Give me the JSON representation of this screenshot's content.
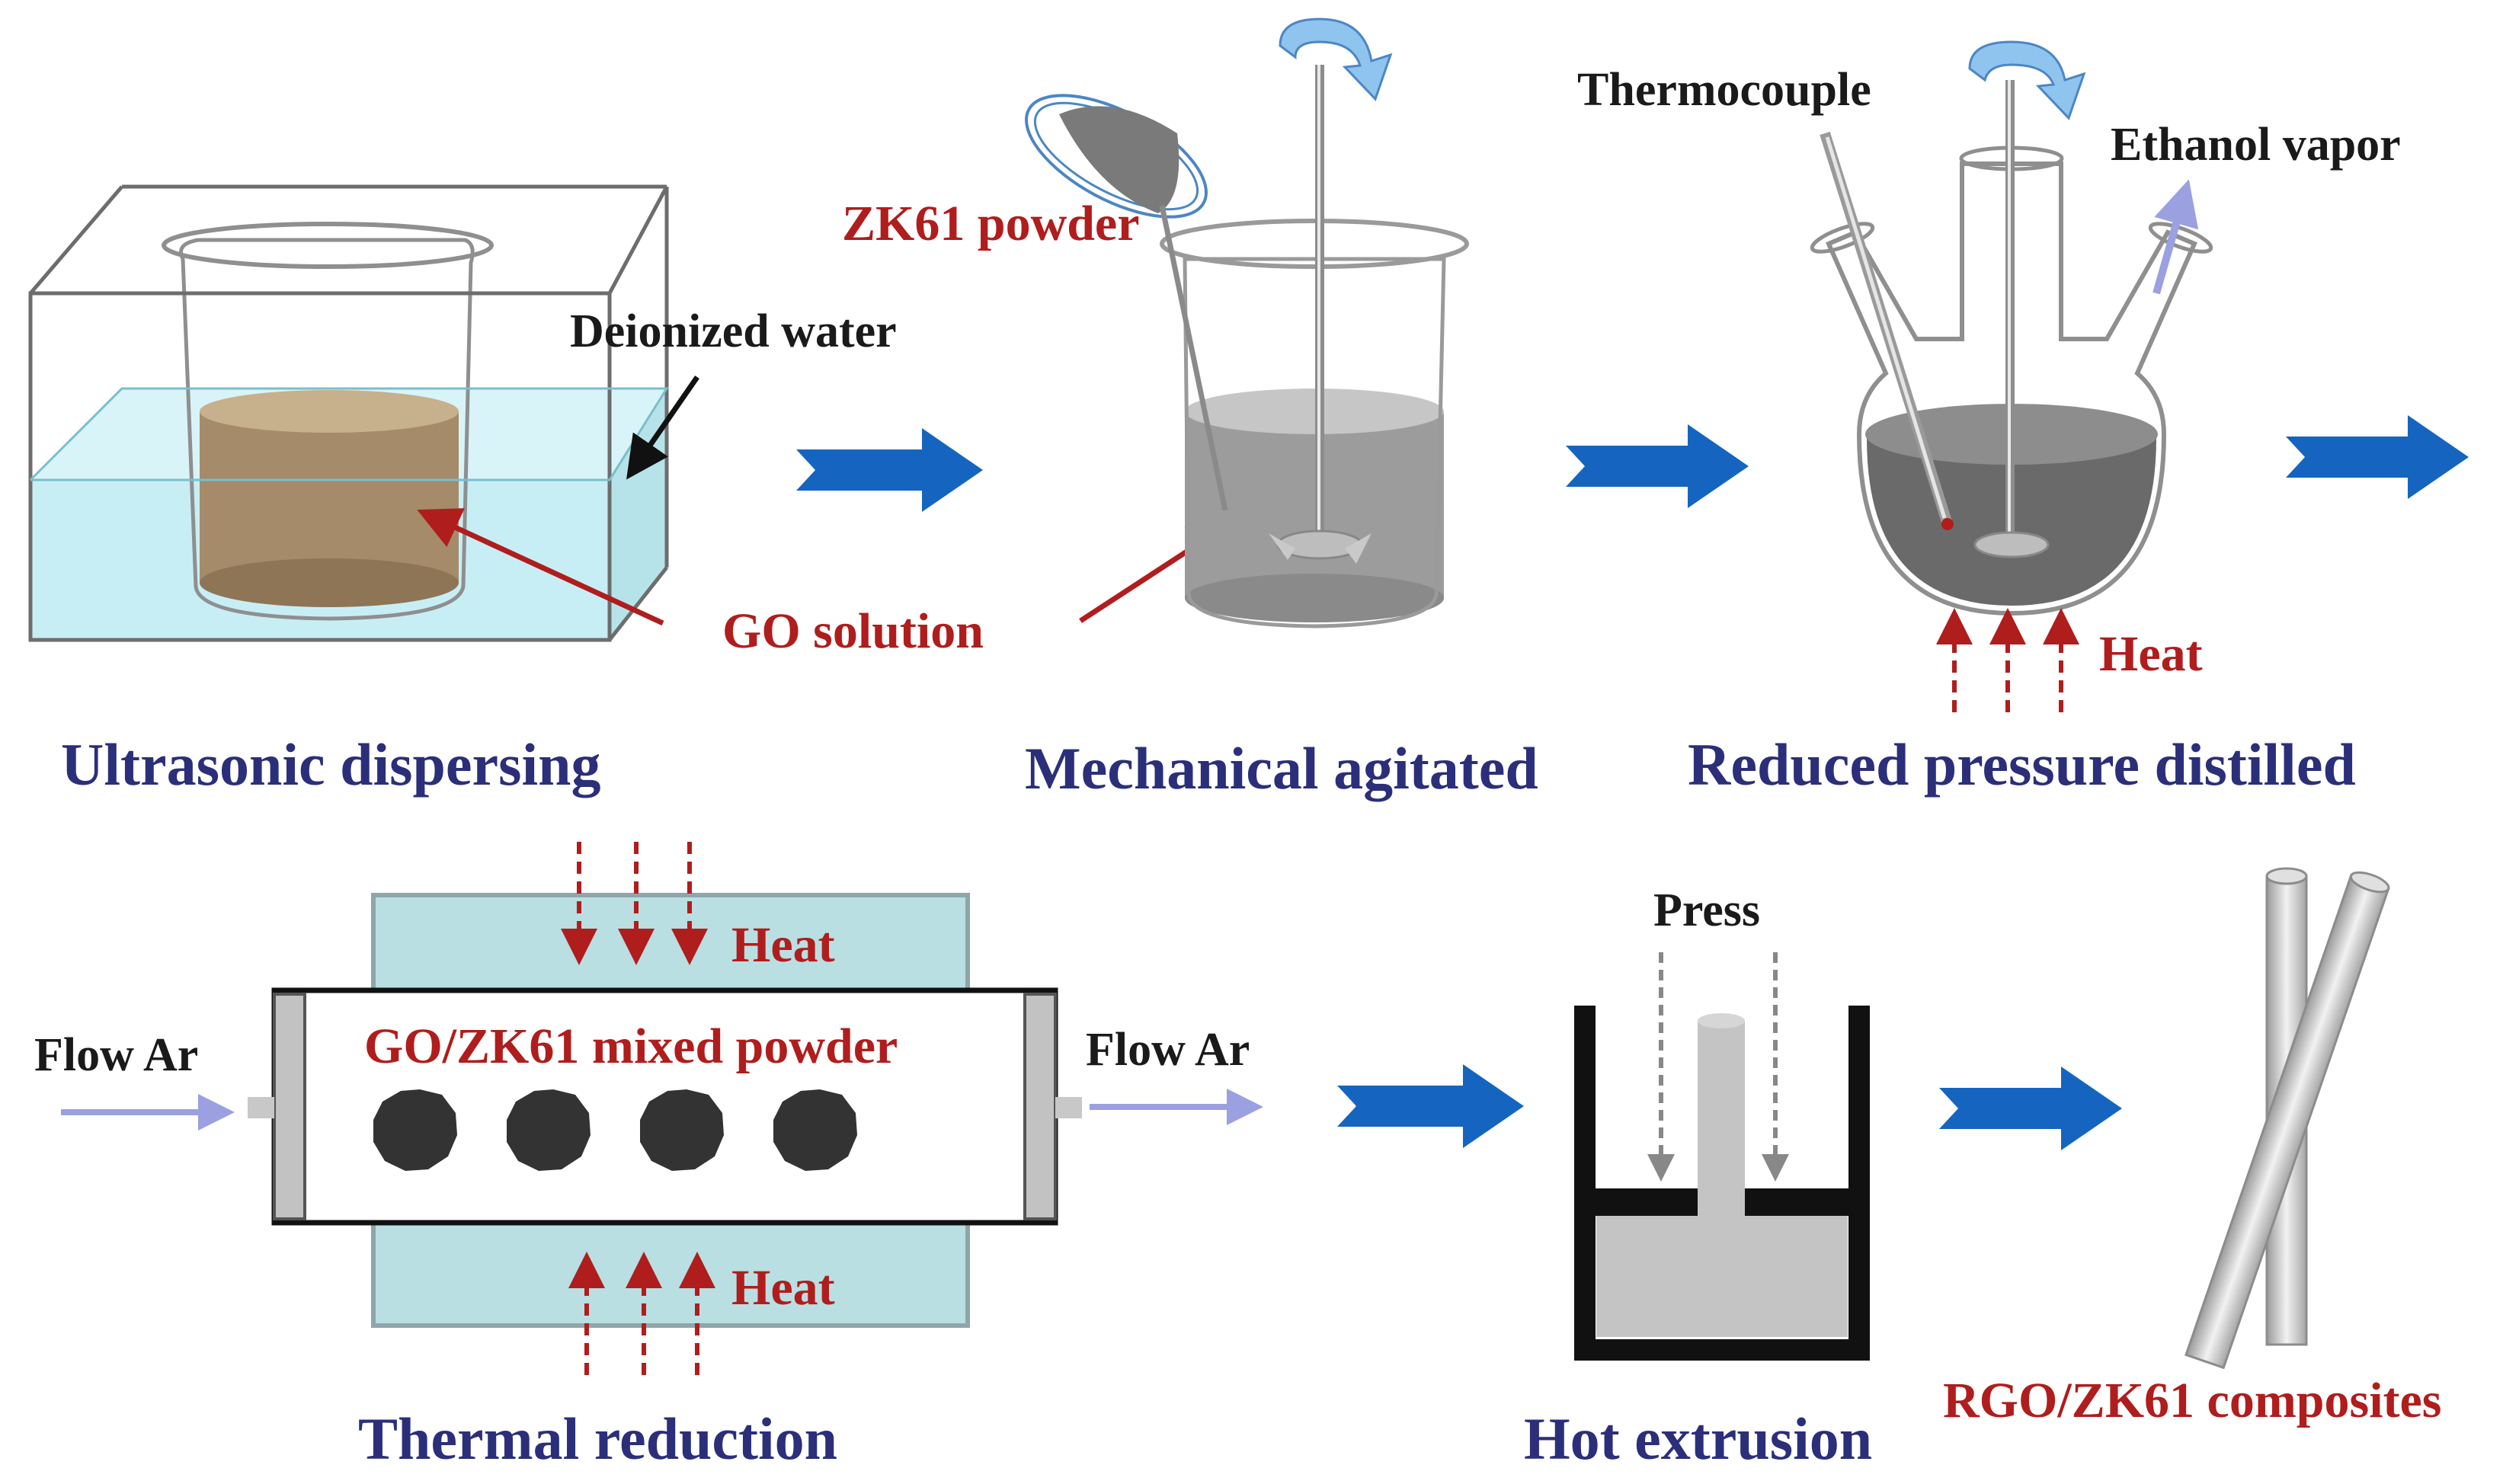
{
  "colors": {
    "step_label": "#2b2f7a",
    "red_label": "#b01d1d",
    "black_label": "#1a1a1a",
    "flow_arrow": "#1565c0",
    "water": "#c8eef5",
    "go_solution": "#a58b6a",
    "furnace": "#b9dfe3",
    "powder": "#333333"
  },
  "icons": [
    "rotation-arrow-icon",
    "heat-arrow-icon",
    "process-arrow-icon",
    "flow-arrow-icon"
  ],
  "steps": {
    "ultrasonic": "Ultrasonic dispersing",
    "mechanical": "Mechanical agitated",
    "distilled": "Reduced pressure distilled",
    "thermal": "Thermal reduction",
    "extrusion": "Hot extrusion"
  },
  "labels": {
    "deionized_water": "Deionized water",
    "go_solution": "GO solution",
    "zk61_powder": "ZK61 powder",
    "thermocouple": "Thermocouple",
    "ethanol_vapor": "Ethanol vapor",
    "heat": "Heat",
    "flow_ar": "Flow Ar",
    "mixed_powder": "GO/ZK61 mixed powder",
    "press": "Press",
    "composites": "RGO/ZK61 composites"
  }
}
